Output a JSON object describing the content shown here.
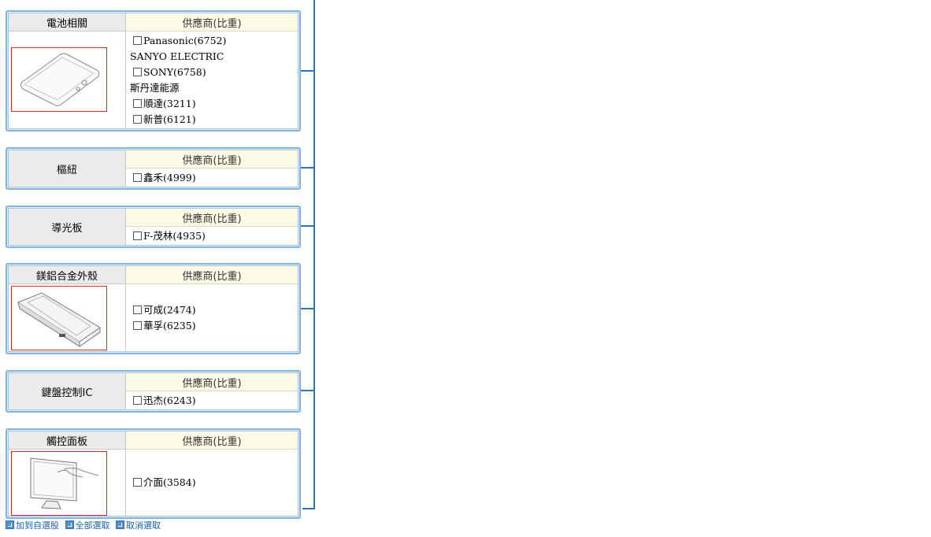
{
  "supplier_header": "供應商(比重)",
  "groups": [
    {
      "category": "電池相關",
      "suppliers": [
        {
          "label": "Panasonic(6752)",
          "checkbox": true
        },
        {
          "label": "SANYO ELECTRIC",
          "checkbox": false
        },
        {
          "label": "SONY(6758)",
          "checkbox": true
        },
        {
          "label": "斯丹達能源",
          "checkbox": false
        },
        {
          "label": "順達(3211)",
          "checkbox": true
        },
        {
          "label": "新普(6121)",
          "checkbox": true
        }
      ]
    },
    {
      "category": "樞紐",
      "suppliers": [
        {
          "label": "鑫禾(4999)",
          "checkbox": true
        }
      ]
    },
    {
      "category": "導光板",
      "suppliers": [
        {
          "label": "F-茂林(4935)",
          "checkbox": true
        }
      ]
    },
    {
      "category": "鎂鋁合金外殼",
      "suppliers": [
        {
          "label": "可成(2474)",
          "checkbox": true
        },
        {
          "label": "華孚(6235)",
          "checkbox": true
        }
      ]
    },
    {
      "category": "鍵盤控制IC",
      "suppliers": [
        {
          "label": "迅杰(6243)",
          "checkbox": true
        }
      ]
    },
    {
      "category": "觸控面板",
      "suppliers": [
        {
          "label": "介面(3584)",
          "checkbox": true
        }
      ]
    }
  ],
  "footer": {
    "add_watchlist": "加到自選股",
    "select_all": "全部選取",
    "deselect": "取消選取"
  },
  "colors": {
    "connector": "#2e75b6",
    "image_border": "#d02a2a",
    "link": "#1f5fa8"
  }
}
